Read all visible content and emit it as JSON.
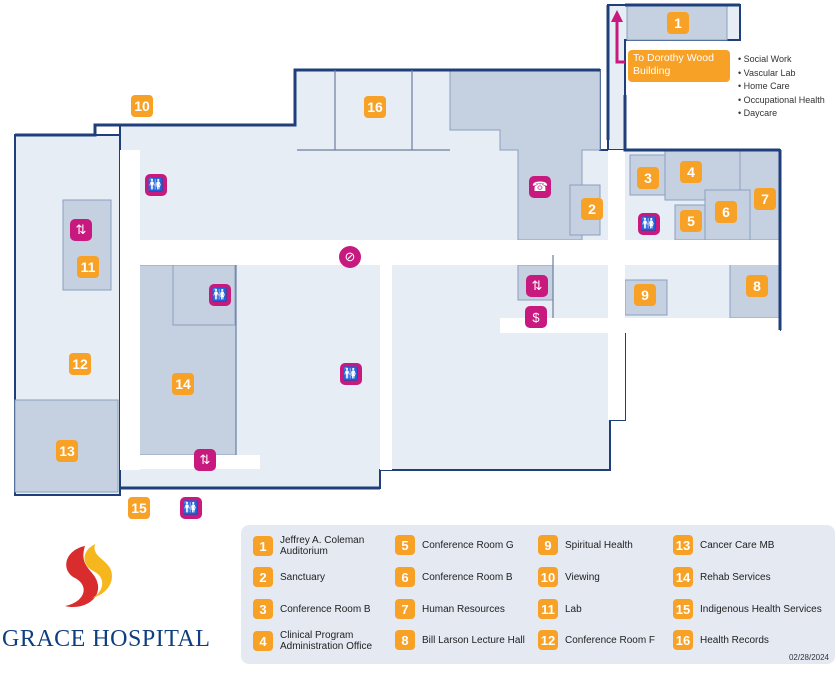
{
  "building_callout": "To Dorothy Wood\nBuilding",
  "building_services": [
    "Social Work",
    "Vascular Lab",
    "Home Care",
    "Occupational Health",
    "Daycare"
  ],
  "legend": [
    {
      "num": "1",
      "label": "Jeffrey A. Coleman\nAuditorium"
    },
    {
      "num": "2",
      "label": "Sanctuary"
    },
    {
      "num": "3",
      "label": "Conference Room B"
    },
    {
      "num": "4",
      "label": "Clinical Program\nAdministration  Office"
    },
    {
      "num": "5",
      "label": "Conference Room G"
    },
    {
      "num": "6",
      "label": "Conference Room B"
    },
    {
      "num": "7",
      "label": "Human Resources"
    },
    {
      "num": "8",
      "label": "Bill Larson Lecture Hall"
    },
    {
      "num": "9",
      "label": "Spiritual Health"
    },
    {
      "num": "10",
      "label": "Viewing"
    },
    {
      "num": "11",
      "label": "Lab"
    },
    {
      "num": "12",
      "label": "Conference Room F"
    },
    {
      "num": "13",
      "label": "Cancer Care MB"
    },
    {
      "num": "14",
      "label": "Rehab Services"
    },
    {
      "num": "15",
      "label": "Indigenous Health Services"
    },
    {
      "num": "16",
      "label": "Health Records"
    }
  ],
  "date": "02/28/2024",
  "brand": "GRACE HOSPITAL",
  "colors": {
    "marker": "#f7a127",
    "icon": "#c8197f",
    "wall": "#1f3f7a",
    "room": "#c5d1e1",
    "floor": "#e7edf5"
  }
}
